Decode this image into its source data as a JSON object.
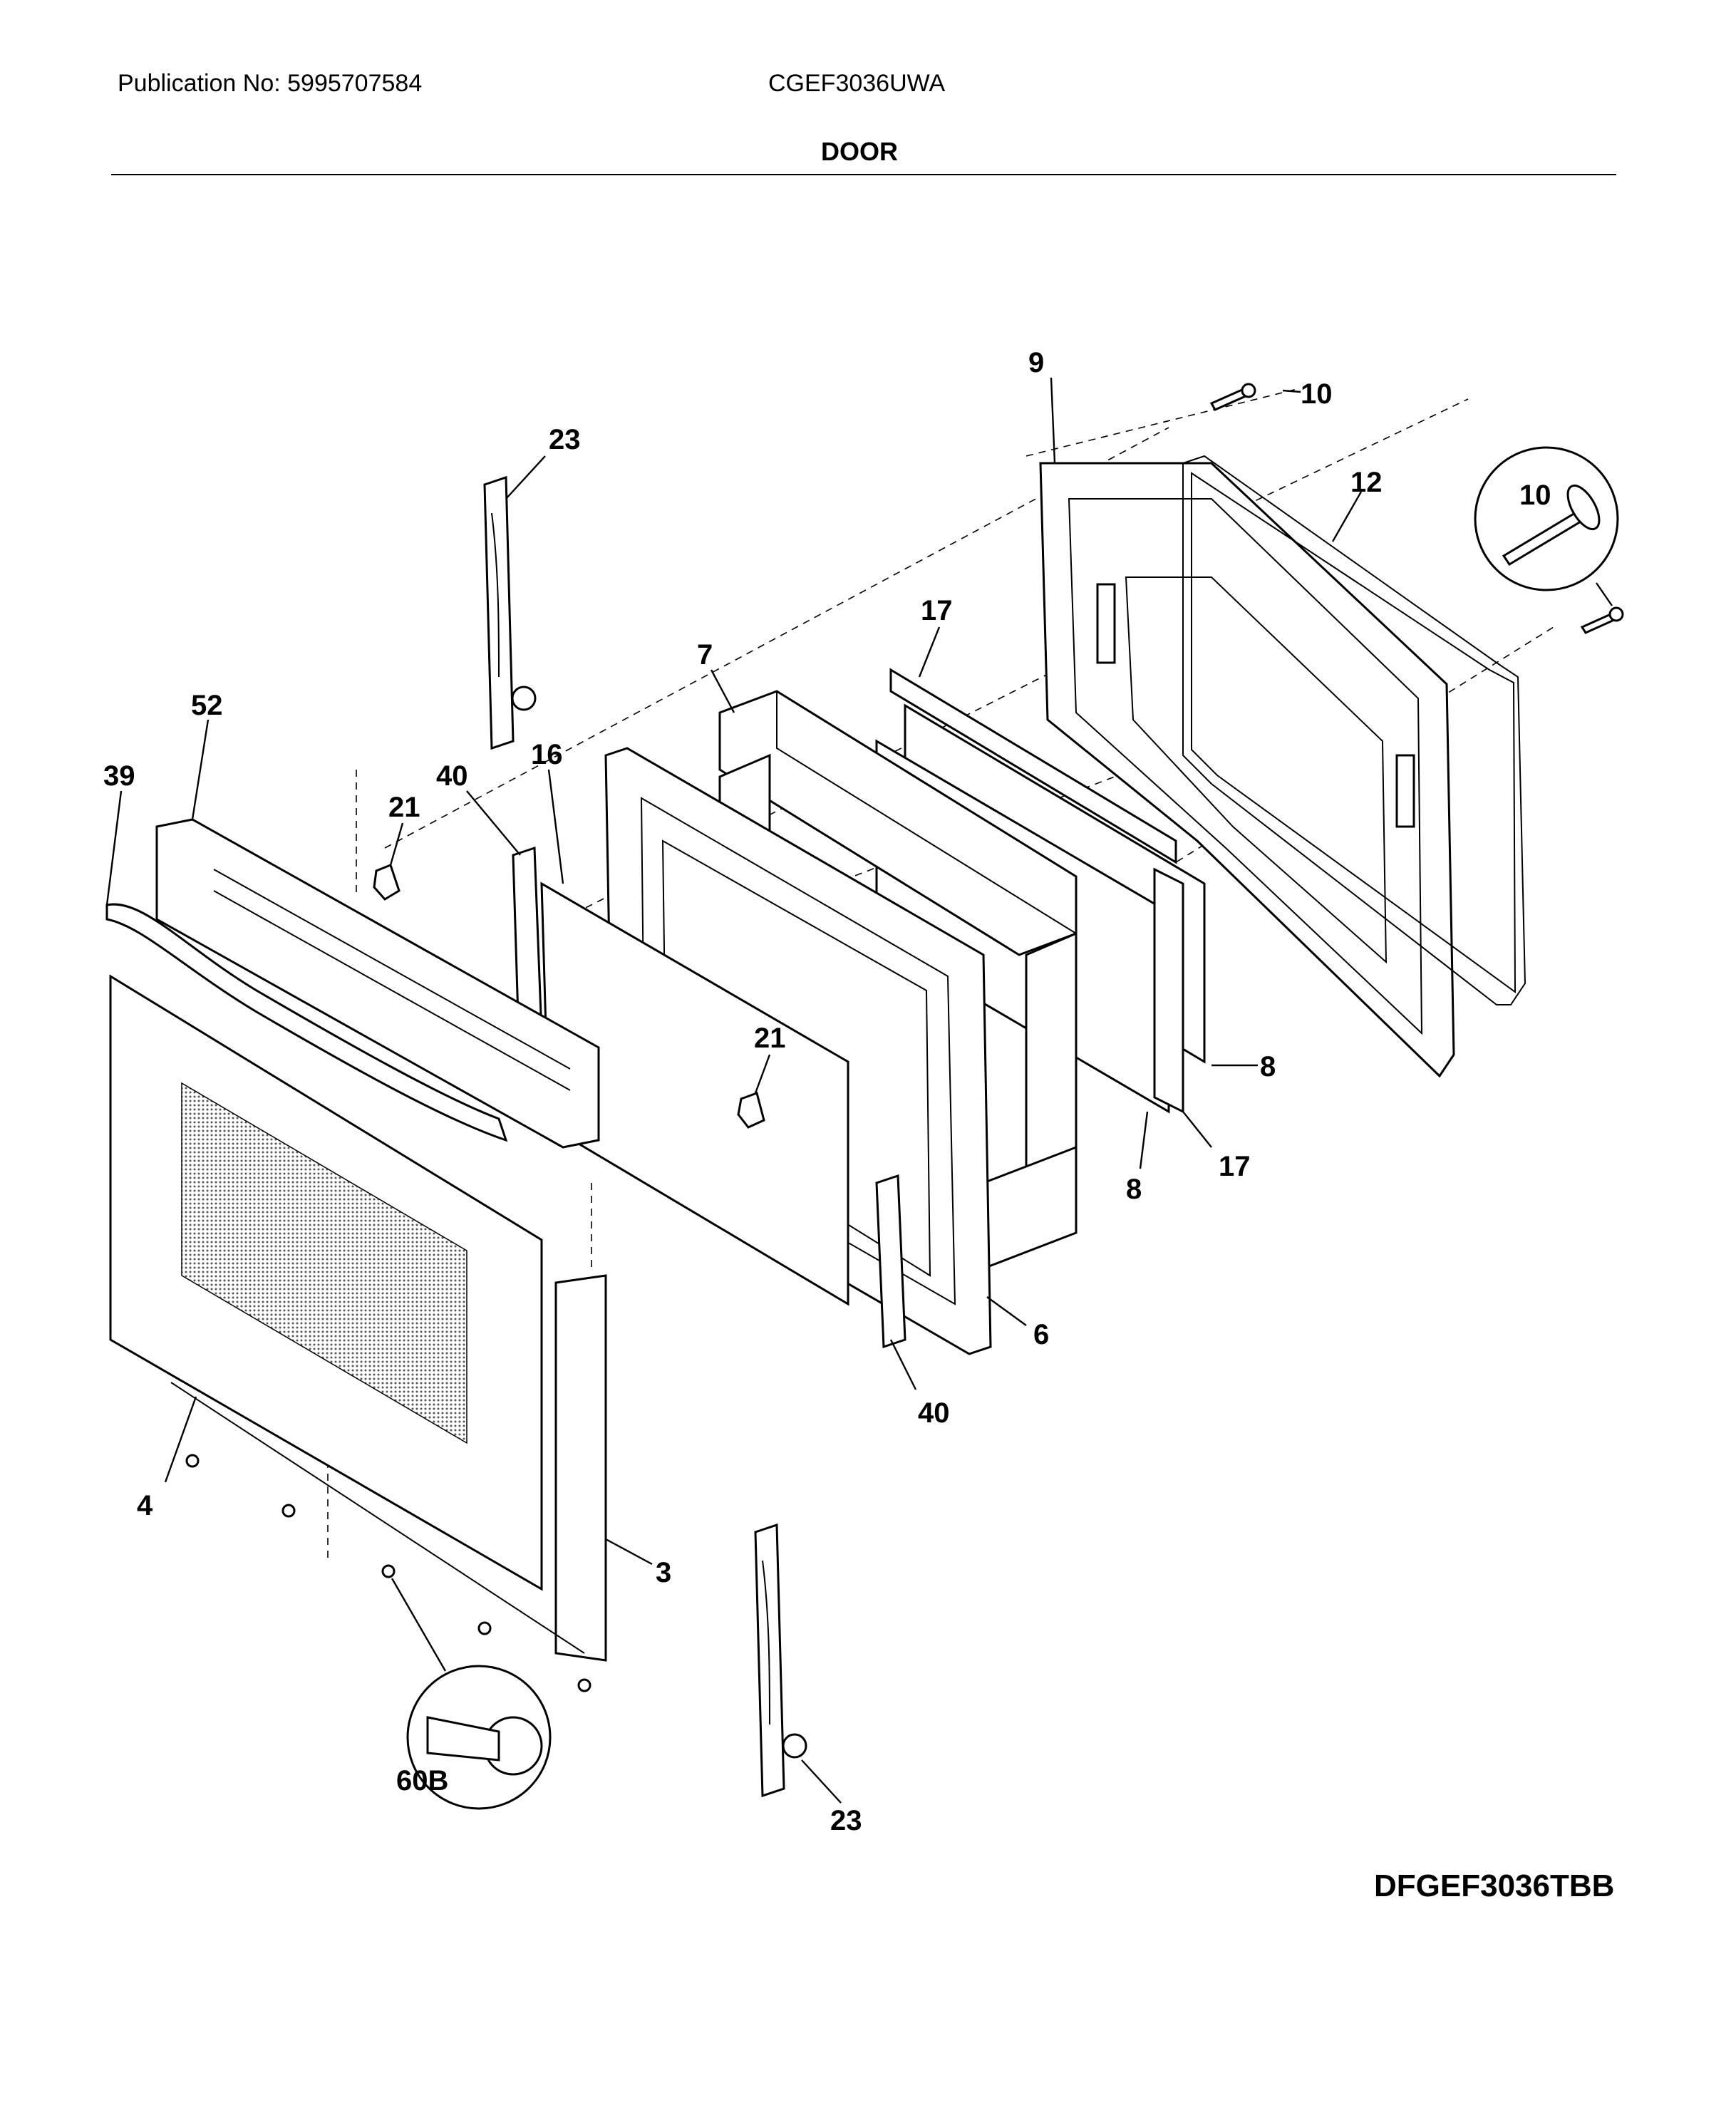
{
  "header": {
    "publication": "Publication No: 5995707584",
    "model": "CGEF3036UWA",
    "section": "DOOR"
  },
  "diagram_code": "DFGEF3036TBB",
  "callouts": [
    {
      "id": "c-9",
      "label": "9"
    },
    {
      "id": "c-10a",
      "label": "10"
    },
    {
      "id": "c-10b",
      "label": "10"
    },
    {
      "id": "c-12",
      "label": "12"
    },
    {
      "id": "c-23a",
      "label": "23"
    },
    {
      "id": "c-17a",
      "label": "17"
    },
    {
      "id": "c-7",
      "label": "7"
    },
    {
      "id": "c-52",
      "label": "52"
    },
    {
      "id": "c-16",
      "label": "16"
    },
    {
      "id": "c-39",
      "label": "39"
    },
    {
      "id": "c-21a",
      "label": "21"
    },
    {
      "id": "c-40a",
      "label": "40"
    },
    {
      "id": "c-21b",
      "label": "21"
    },
    {
      "id": "c-8a",
      "label": "8"
    },
    {
      "id": "c-17b",
      "label": "17"
    },
    {
      "id": "c-8b",
      "label": "8"
    },
    {
      "id": "c-6",
      "label": "6"
    },
    {
      "id": "c-40b",
      "label": "40"
    },
    {
      "id": "c-4",
      "label": "4"
    },
    {
      "id": "c-3",
      "label": "3"
    },
    {
      "id": "c-60b",
      "label": "60B"
    },
    {
      "id": "c-23b",
      "label": "23"
    }
  ]
}
